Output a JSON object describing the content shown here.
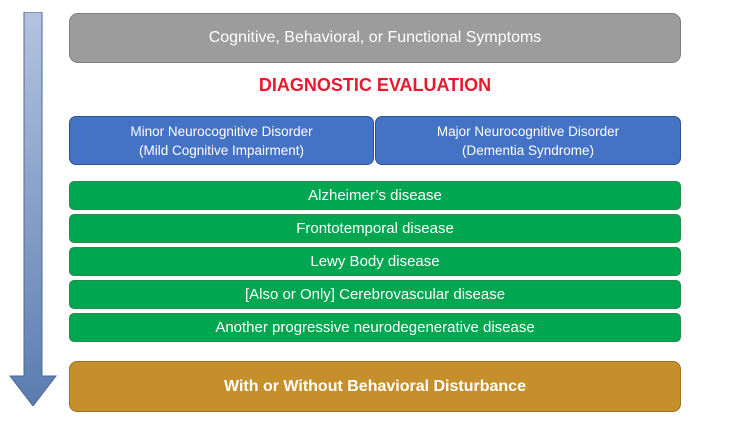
{
  "header": {
    "symptoms_label": "Cognitive, Behavioral, or Functional Symptoms"
  },
  "evaluation": {
    "title": "DIAGNOSTIC EVALUATION"
  },
  "disorders": [
    {
      "line1": "Minor Neurocognitive Disorder",
      "line2": "(Mild Cognitive Impairment)"
    },
    {
      "line1": "Major Neurocognitive Disorder",
      "line2": "(Dementia Syndrome)"
    }
  ],
  "etiologies": [
    "Alzheimer’s disease",
    "Frontotemporal disease",
    "Lewy Body disease",
    "[Also or Only] Cerebrovascular disease",
    "Another progressive neurodegenerative disease"
  ],
  "footer": {
    "behavior_label": "With or Without Behavioral Disturbance"
  },
  "colors": {
    "arrow": "#6a8ab9",
    "top_box": "#9c9c9c",
    "title": "#e8182e",
    "disorder_boxes": "#4472c4",
    "etiology_boxes": "#00a650",
    "footer_box": "#c5902b"
  },
  "icons": {
    "flow_arrow": "down-arrow-icon"
  }
}
